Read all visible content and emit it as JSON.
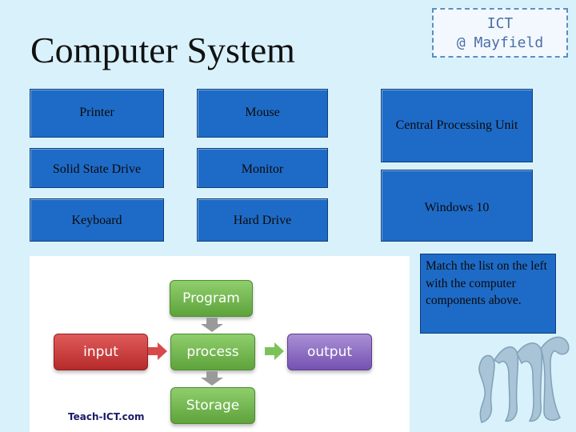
{
  "title": "Computer System",
  "logo": {
    "line1": "ICT",
    "line2": "@ Mayfield"
  },
  "list_items": [
    "Printer",
    "Mouse",
    "Solid State Drive",
    "Monitor",
    "Keyboard",
    "Hard Drive"
  ],
  "components": [
    "Central Processing Unit",
    "Windows 10"
  ],
  "diagram": {
    "program": "Program",
    "input": "input",
    "process": "process",
    "output": "output",
    "storage": "Storage",
    "credit": "Teach-ICT.com"
  },
  "instruction": "Match the list on the left with the computer components above.",
  "colors": {
    "background": "#d9f1fb",
    "box_blue": "#1e6bc7",
    "green": "#6fb64a",
    "red": "#c83a3a",
    "purple": "#8a68c4"
  }
}
